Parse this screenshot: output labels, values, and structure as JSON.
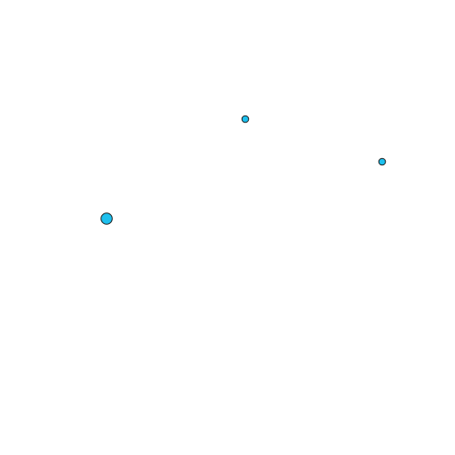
{
  "canvas": {
    "background": "#ffffff"
  },
  "dots": {
    "fill": "#1ec0ee",
    "stroke": "#1a1a1a",
    "items": [
      {
        "id": "dot-large-left",
        "shape": "circle"
      },
      {
        "id": "dot-small-top",
        "shape": "circle"
      },
      {
        "id": "dot-small-right",
        "shape": "circle"
      }
    ]
  }
}
